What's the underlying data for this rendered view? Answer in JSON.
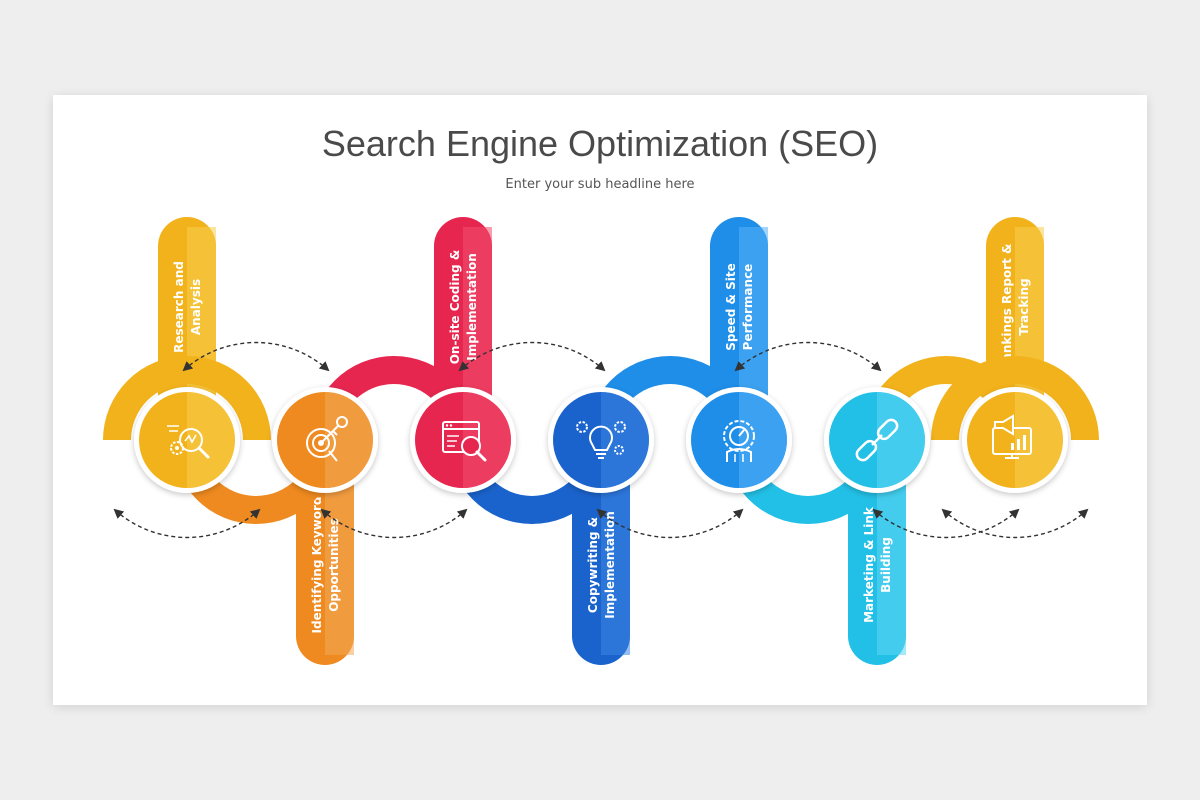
{
  "title": "Search Engine Optimization (SEO)",
  "subtitle": "Enter your sub headline here",
  "steps": [
    {
      "lines": [
        "Research and",
        "Analysis"
      ],
      "icon": "magnifier-gear-icon",
      "color": "#f2b21b",
      "light": "#f7cd4e",
      "pill": "up"
    },
    {
      "lines": [
        "Identifying Keyword",
        "Opportunities"
      ],
      "icon": "target-key-icon",
      "color": "#ee8a1f",
      "light": "#f4a95a",
      "pill": "down"
    },
    {
      "lines": [
        "On-site Coding &",
        "Implementation"
      ],
      "icon": "browser-search-icon",
      "color": "#e6264f",
      "light": "#f04f70",
      "pill": "up"
    },
    {
      "lines": [
        "Copywriting &",
        "Implementation"
      ],
      "icon": "lightbulb-gears-icon",
      "color": "#1a63cc",
      "light": "#3c86e6",
      "pill": "down"
    },
    {
      "lines": [
        "Speed & Site",
        "Performance"
      ],
      "icon": "speedometer-gear-icon",
      "color": "#1e8ee8",
      "light": "#55b0f5",
      "pill": "up"
    },
    {
      "lines": [
        "Marketing & Link",
        "Building"
      ],
      "icon": "chain-link-icon",
      "color": "#22c0e6",
      "light": "#5ed6f2",
      "pill": "down"
    },
    {
      "lines": [
        "Rankings Report &",
        "Tracking"
      ],
      "icon": "report-megaphone-icon",
      "color": "#f2b21b",
      "light": "#f7cd4e",
      "pill": "up"
    }
  ]
}
